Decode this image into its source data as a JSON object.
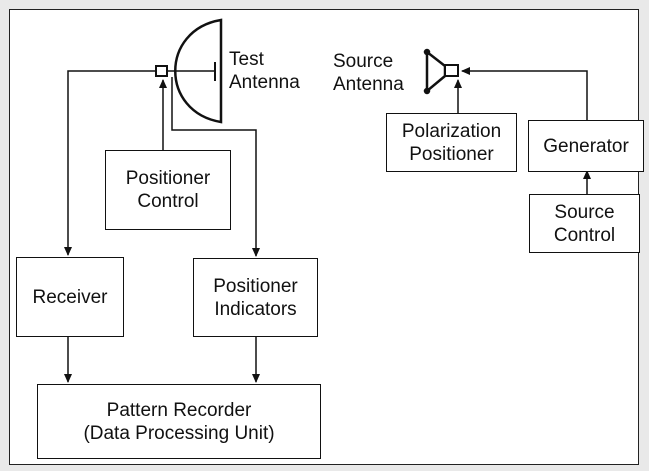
{
  "test_antenna": {
    "line1": "Test",
    "line2": "Antenna"
  },
  "source_antenna": {
    "line1": "Source",
    "line2": "Antenna"
  },
  "polarization_positioner": {
    "line1": "Polarization",
    "line2": "Positioner"
  },
  "generator": {
    "label": "Generator"
  },
  "source_control": {
    "line1": "Source",
    "line2": "Control"
  },
  "positioner_control": {
    "line1": "Positioner",
    "line2": "Control"
  },
  "receiver": {
    "label": "Receiver"
  },
  "positioner_indicators": {
    "line1": "Positioner",
    "line2": "Indicators"
  },
  "pattern_recorder": {
    "line1": "Pattern Recorder",
    "line2": "(Data Processing Unit)"
  },
  "colors": {
    "line": "#111111",
    "background": "#ffffff",
    "outer": "#e9e9e9"
  }
}
